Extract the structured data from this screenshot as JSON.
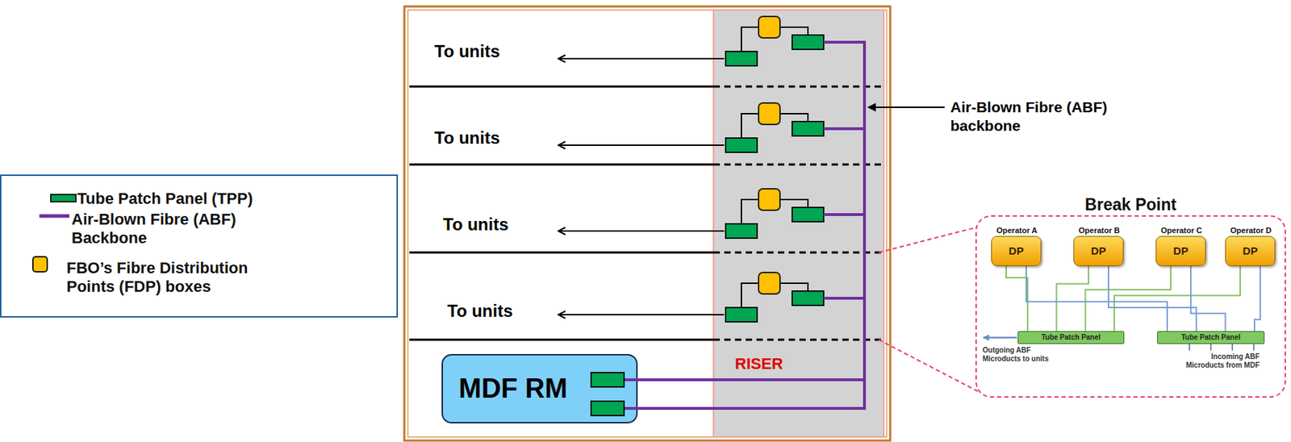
{
  "diagram": {
    "nodes": [
      {
        "text": [
          "MDF RM"
        ]
      },
      {
        "text": [
          "Break Point"
        ]
      },
      {
        "text": [
          "Operator A",
          "DP"
        ],
        "in": 1
      },
      {
        "text": [
          "Operator B",
          "DP"
        ],
        "in": 1
      },
      {
        "text": [
          "Operator C",
          "DP"
        ],
        "in": 1
      },
      {
        "text": [
          "Operator D",
          "DP"
        ],
        "in": 1
      },
      {
        "text": [
          "Tube Patch Panel"
        ],
        "in": 1
      },
      {
        "text": [
          "Tube Patch Panel"
        ],
        "in": 1
      }
    ],
    "edges": [
      {
        "from": 2,
        "to": 6,
        "arrow": "none"
      },
      {
        "from": 3,
        "to": 6,
        "arrow": "none"
      },
      {
        "from": 4,
        "to": 6,
        "arrow": "none"
      },
      {
        "from": 5,
        "to": 6,
        "arrow": "none"
      },
      {
        "from": 2,
        "to": 7,
        "arrow": "none"
      },
      {
        "from": 3,
        "to": 7,
        "arrow": "none"
      },
      {
        "from": 4,
        "to": 7,
        "arrow": "none"
      },
      {
        "from": 5,
        "to": 7,
        "arrow": "none"
      }
    ],
    "labels": [
      "To units",
      "To units",
      "To units",
      "To units",
      "Air-Blown Fibre (ABF) backbone",
      "RISER",
      "Outgoing ABF Microducts to units",
      "Incoming ABF Microducts from MDF"
    ],
    "legend": [
      {
        "text": "Tube Patch Panel (TPP)",
        "color": "#00a651"
      },
      {
        "text": "Air-Blown Fibre (ABF) Backbone"
      },
      {
        "text": "FBO’s Fibre Distribution Points (FDP) boxes",
        "color": "#ffc000"
      }
    ]
  }
}
